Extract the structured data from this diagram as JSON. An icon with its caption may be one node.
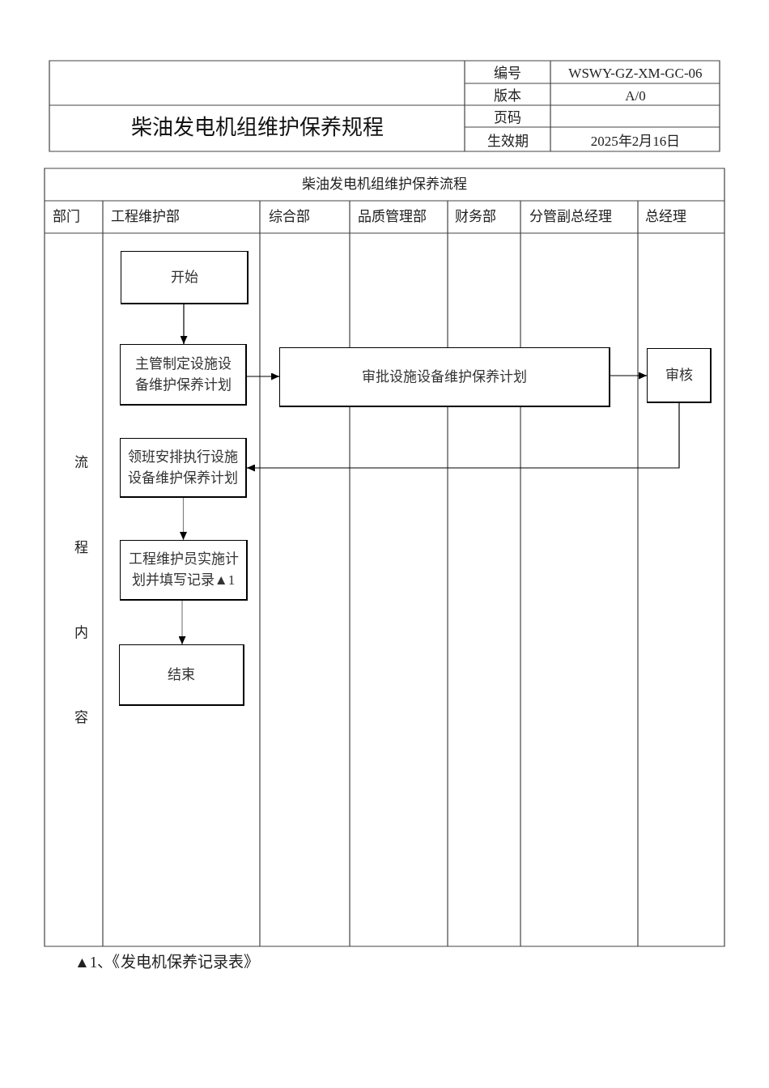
{
  "diagram": {
    "title": "柴油发电机组维护保养规程",
    "nodes": [
      {
        "text": [
          "开始"
        ]
      },
      {
        "text": [
          "主管制定设施设备维护保养计划"
        ]
      },
      {
        "text": [
          "审批设施设备维护保养计划"
        ]
      },
      {
        "text": [
          "审核"
        ]
      },
      {
        "text": [
          "领班安排执行设施设备维护保养计划"
        ]
      },
      {
        "text": [
          "工程维护员实施计划并填写记录▲1"
        ]
      },
      {
        "text": [
          "结束"
        ]
      }
    ],
    "edges": [
      {
        "from": 0,
        "to": 1,
        "arrow": "to"
      },
      {
        "from": 1,
        "to": 2,
        "arrow": "to"
      },
      {
        "from": 2,
        "to": 3,
        "arrow": "to"
      },
      {
        "from": 3,
        "to": 4,
        "arrow": "to"
      },
      {
        "from": 4,
        "to": 5,
        "arrow": "to",
        "color": "#808080"
      },
      {
        "from": 5,
        "to": 6,
        "arrow": "to",
        "color": "#808080"
      }
    ],
    "labels": [
      "编号",
      "WSWY-GZ-XM-GC-06",
      "版本",
      "A/0",
      "页码",
      "生效期",
      "2025年2月16日",
      "柴油发电机组维护保养流程",
      "部门",
      "工程维护部",
      "综合部",
      "品质管理部",
      "财务部",
      "分管副总经理",
      "总经理",
      "流程内容",
      "▲1、《发电机保养记录表》"
    ]
  }
}
